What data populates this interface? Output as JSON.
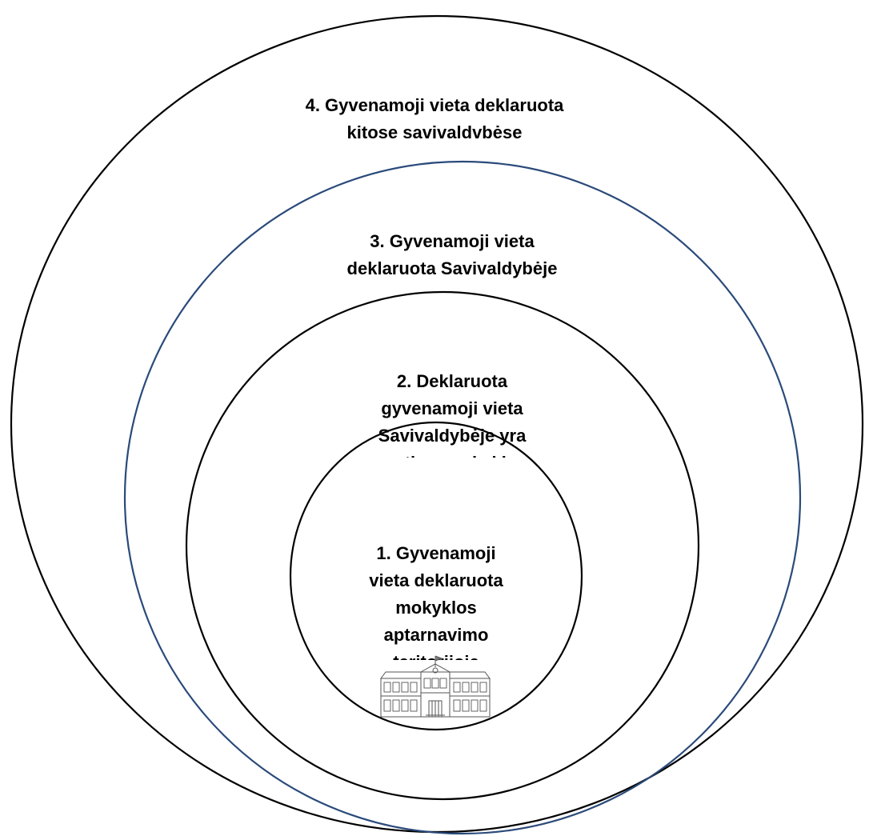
{
  "rings": [
    {
      "id": "ring-4",
      "lines": [
        "4. Gyvenamoji vieta deklaruota",
        "kitose savivaldvbėse"
      ]
    },
    {
      "id": "ring-3",
      "lines": [
        "3. Gyvenamoji vieta",
        "deklaruota Savivaldybėje"
      ]
    },
    {
      "id": "ring-2",
      "lines": [
        "2. Deklaruota",
        "gyvenamoji vieta",
        "Savivaldybėje yra",
        "gretima mokyklos"
      ]
    },
    {
      "id": "ring-1",
      "lines": [
        "1. Gyvenamoji",
        "vieta deklaruota",
        "mokyklos",
        "aptarnavimo",
        "teritoriioie"
      ]
    }
  ],
  "school_icon": "school-building-icon",
  "colors": {
    "outer_ring_stroke": "#000000",
    "blue_ring_stroke": "#2a4a7a",
    "inner_ring_stroke": "#000000",
    "text": "#000000",
    "background": "#ffffff"
  }
}
